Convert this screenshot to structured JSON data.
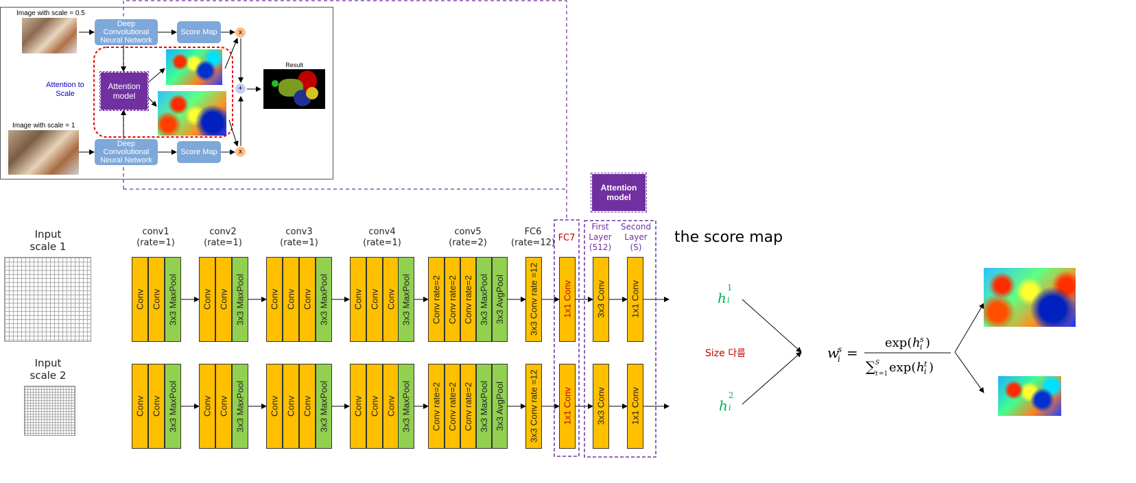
{
  "top": {
    "scale05_label": "Image with scale = 0.5",
    "scale1_label": "Image with scale = 1",
    "dcnn_label": "Deep Convolutional Neural Network",
    "score_map_label": "Score Map",
    "attention_model_label": "Attention model",
    "attention_to_scale_label": "Attention to Scale",
    "result_label": "Result",
    "mult_symbol": "x",
    "plus_symbol": "+"
  },
  "network": {
    "input1_label": "Input scale 1",
    "input2_label": "Input scale 2",
    "stages": [
      {
        "name": "conv1",
        "rate": "(rate=1)"
      },
      {
        "name": "conv2",
        "rate": "(rate=1)"
      },
      {
        "name": "conv3",
        "rate": "(rate=1)"
      },
      {
        "name": "conv4",
        "rate": "(rate=1)"
      },
      {
        "name": "conv5",
        "rate": "(rate=2)"
      },
      {
        "name": "FC6",
        "rate": "(rate=12)"
      }
    ],
    "fc7_label": "FC7",
    "first_layer_label": "First Layer (512)",
    "second_layer_label": "Second Layer (S)",
    "attention_model_label": "Attention model",
    "block_texts": {
      "conv": "Conv",
      "maxpool": "3x3 MaxPool",
      "avgpool": "3x3 AvgPool",
      "conv_rate2": "Conv rate=2",
      "fc6": "3x3 Conv rate =12",
      "fc7": "1x1 Conv",
      "first": "3x3 Conv",
      "second": "1x1 Conv"
    }
  },
  "right": {
    "score_map_title": "the score map",
    "h1": "h",
    "h2": "h",
    "size_label": "Size 다름"
  },
  "colors": {
    "conv": "#ffc000",
    "pool": "#92d050",
    "purple": "#7030a0",
    "blue_box": "#7ea8d9"
  }
}
